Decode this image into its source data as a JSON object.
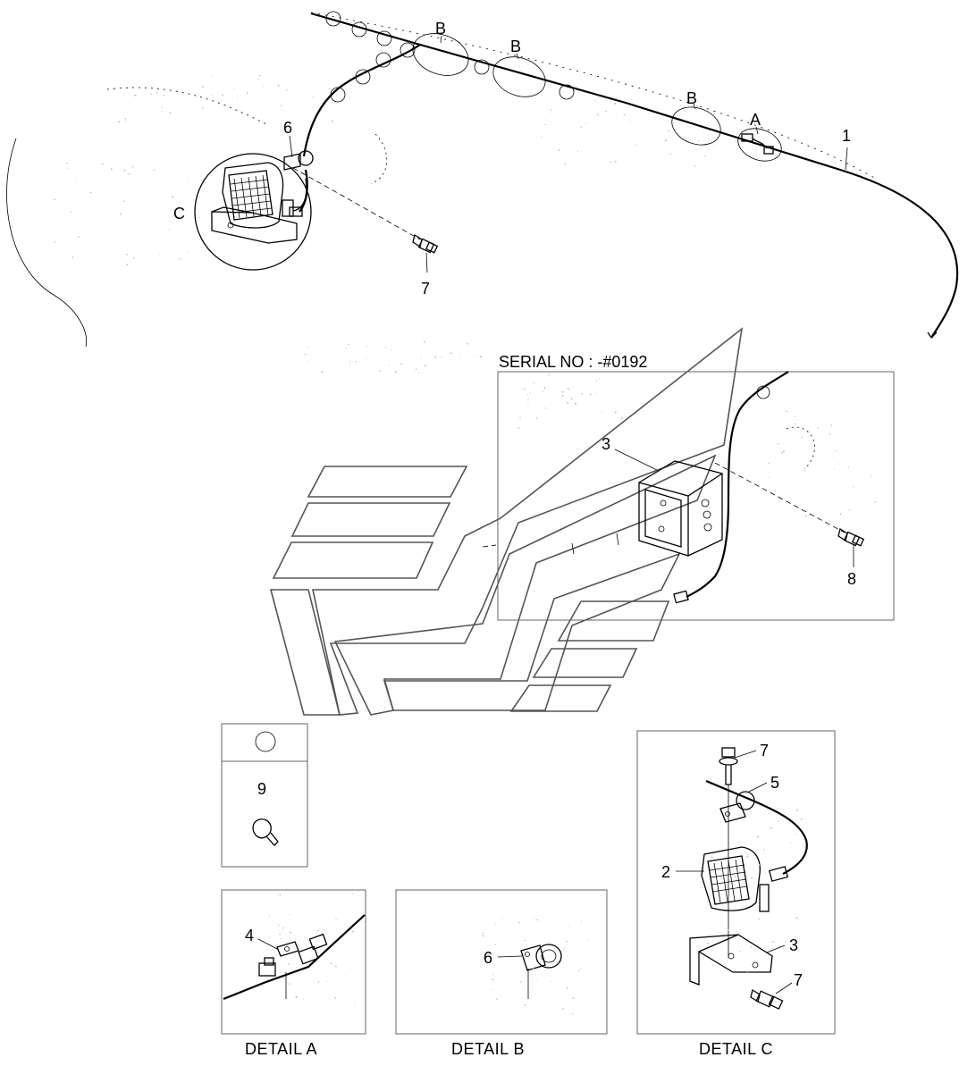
{
  "serial_text": "SERIAL NO : -#0192",
  "callouts": {
    "main_1": "1",
    "main_A": "A",
    "main_B1": "B",
    "main_B2": "B",
    "main_B3": "B",
    "main_C": "C",
    "main_6": "6",
    "main_7": "7",
    "serial_3": "3",
    "serial_8": "8",
    "part_9": "9",
    "detailA_4": "4",
    "detailB_6": "6",
    "detailC_7a": "7",
    "detailC_5": "5",
    "detailC_2": "2",
    "detailC_3": "3",
    "detailC_7b": "7"
  },
  "captions": {
    "detail_a": "DETAIL  A",
    "detail_b": "DETAIL  B",
    "detail_c": "DETAIL  C"
  }
}
